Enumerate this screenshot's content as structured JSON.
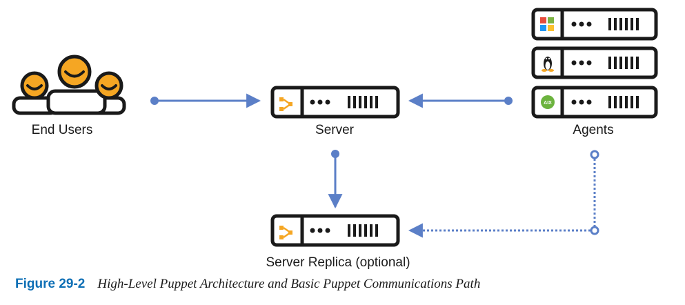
{
  "nodes": {
    "end_users": {
      "label": "End Users"
    },
    "server": {
      "label": "Server"
    },
    "agents": {
      "label": "Agents",
      "platforms": [
        "windows-icon",
        "linux-icon",
        "aix-icon"
      ],
      "aix_badge": "AIX"
    },
    "server_replica": {
      "label": "Server Replica (optional)"
    }
  },
  "caption": {
    "number": "Figure 29-2",
    "text": "High-Level Puppet Architecture and Basic Puppet Communications Path"
  },
  "colors": {
    "line": "#5b7fc7",
    "outline": "#1a1a1a",
    "face": "#f5a623",
    "puppet_orange": "#f5a623",
    "caption_number": "#0e6fb5",
    "aix_green": "#6cb33e"
  }
}
